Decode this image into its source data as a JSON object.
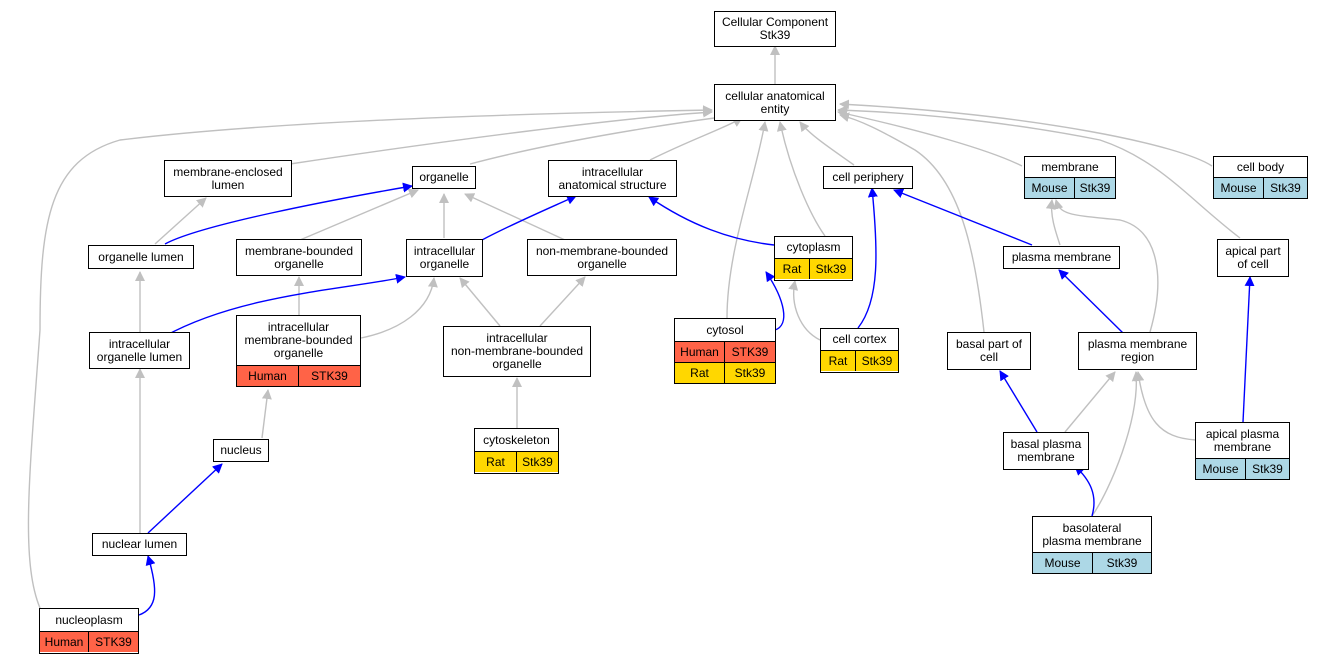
{
  "nodes": {
    "root": {
      "label": "Cellular Component\nStk39"
    },
    "cae": {
      "label": "cellular anatomical\nentity"
    },
    "mel": {
      "label": "membrane-enclosed\nlumen"
    },
    "org": {
      "label": "organelle"
    },
    "ias": {
      "label": "intracellular\nanatomical structure"
    },
    "cper": {
      "label": "cell periphery"
    },
    "mem": {
      "label": "membrane",
      "rows": [
        {
          "species": "Mouse",
          "gene": "Stk39"
        }
      ]
    },
    "cbody": {
      "label": "cell body",
      "rows": [
        {
          "species": "Mouse",
          "gene": "Stk39"
        }
      ]
    },
    "orglum": {
      "label": "organelle lumen"
    },
    "mbo": {
      "label": "membrane-bounded\norganelle"
    },
    "io": {
      "label": "intracellular\norganelle"
    },
    "nmbo": {
      "label": "non-membrane-bounded\norganelle"
    },
    "cyto": {
      "label": "cytoplasm",
      "rows": [
        {
          "species": "Rat",
          "gene": "Stk39"
        }
      ]
    },
    "pm": {
      "label": "plasma membrane"
    },
    "apc": {
      "label": "apical part\nof cell"
    },
    "iol": {
      "label": "intracellular\norganelle lumen"
    },
    "imbo": {
      "label": "intracellular\nmembrane-bounded\norganelle",
      "rows": [
        {
          "species": "Human",
          "gene": "STK39"
        }
      ]
    },
    "inmbo": {
      "label": "intracellular\nnon-membrane-bounded\norganelle"
    },
    "cytosol": {
      "label": "cytosol",
      "rows": [
        {
          "species": "Human",
          "gene": "STK39"
        },
        {
          "species": "Rat",
          "gene": "Stk39"
        }
      ]
    },
    "cctx": {
      "label": "cell cortex",
      "rows": [
        {
          "species": "Rat",
          "gene": "Stk39"
        }
      ]
    },
    "bpc": {
      "label": "basal part of\ncell"
    },
    "pmr": {
      "label": "plasma membrane\nregion"
    },
    "nuc": {
      "label": "nucleus"
    },
    "cytosk": {
      "label": "cytoskeleton",
      "rows": [
        {
          "species": "Rat",
          "gene": "Stk39"
        }
      ]
    },
    "bpm": {
      "label": "basal plasma\nmembrane"
    },
    "apm": {
      "label": "apical plasma\nmembrane",
      "rows": [
        {
          "species": "Mouse",
          "gene": "Stk39"
        }
      ]
    },
    "nl": {
      "label": "nuclear lumen"
    },
    "blpm": {
      "label": "basolateral\nplasma membrane",
      "rows": [
        {
          "species": "Mouse",
          "gene": "Stk39"
        }
      ]
    },
    "np": {
      "label": "nucleoplasm",
      "rows": [
        {
          "species": "Human",
          "gene": "STK39"
        }
      ]
    }
  },
  "species_colors": {
    "Human": "#ff6347",
    "Rat": "#ffd700",
    "Mouse": "#add8e6"
  },
  "edge_colors": {
    "is_a": "#c0c0c0",
    "part_of": "#0000ff"
  }
}
